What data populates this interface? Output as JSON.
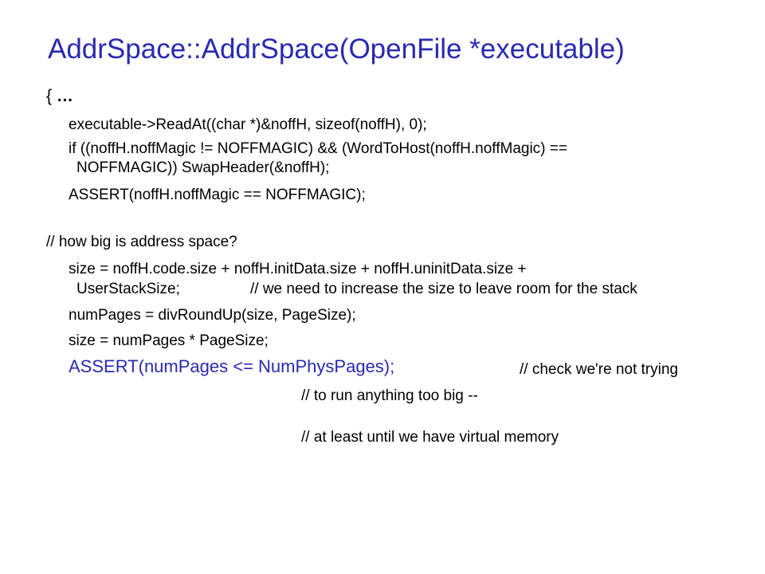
{
  "slide": {
    "title": "AddrSpace::AddrSpace(OpenFile *executable)",
    "open_brace": "{",
    "ellipsis": "…",
    "lines": [
      "executable->ReadAt((char *)&noffH, sizeof(noffH), 0);",
      "if ((noffH.noffMagic != NOFFMAGIC) && (WordToHost(noffH.noffMagic) ==",
      "NOFFMAGIC))   SwapHeader(&noffH);",
      "ASSERT(noffH.noffMagic == NOFFMAGIC);",
      "// how big is address space?",
      "size = noffH.code.size + noffH.initData.size + noffH.uninitData.size +",
      "UserStackSize;",
      "// we need to increase the size to leave room for the stack",
      "numPages = divRoundUp(size,  PageSize);",
      "size = numPages * PageSize;",
      "ASSERT(numPages <= NumPhysPages);",
      "// check we're not trying",
      "// to run anything too big --",
      "// at least until we have virtual memory"
    ]
  },
  "colors": {
    "title": "#2a2ab0",
    "highlight": "#2a2ab0",
    "text": "#000000"
  }
}
